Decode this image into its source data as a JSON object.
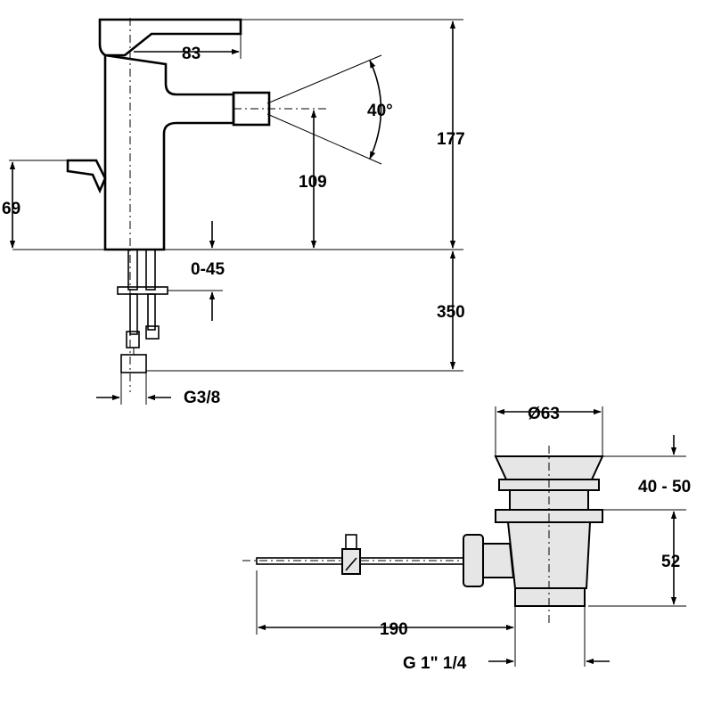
{
  "faucet": {
    "dims": {
      "spout_reach": "83",
      "spray_angle": "40°",
      "total_height": "177",
      "outlet_height": "109",
      "lever_height": "69",
      "deck_thickness": "0-45",
      "hose_length": "350",
      "connection": "G3/8"
    }
  },
  "waste": {
    "dims": {
      "diameter": "Ø63",
      "plug_height": "40 - 50",
      "body_height": "52",
      "rod_length": "190",
      "thread": "G 1\" 1/4"
    }
  }
}
